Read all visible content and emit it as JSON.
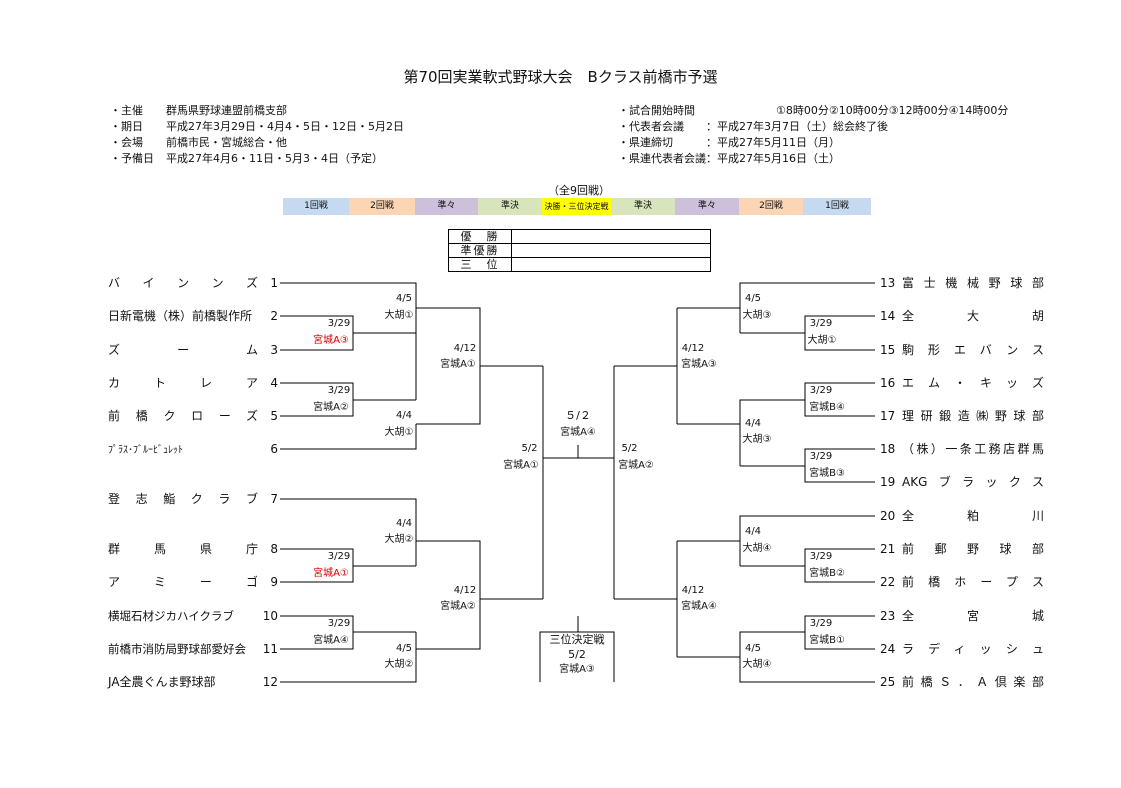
{
  "title": "第70回実業軟式野球大会　Bクラス前橋市予選",
  "info_left": [
    {
      "key": "・主催",
      "value": "群馬県野球連盟前橋支部"
    },
    {
      "key": "・期日",
      "value": "平成27年3月29日・4月4・5日・12日・5月2日"
    },
    {
      "key": "・会場",
      "value": "前橋市民・宮城総合・他"
    },
    {
      "key": "・予備日",
      "value": "平成27年4月6・11日・5月3・4日（予定）"
    }
  ],
  "info_right": [
    {
      "key": "・試合開始時間",
      "value": "①8時00分②10時00分③12時00分④14時00分"
    },
    {
      "key": "・代表者会議",
      "value": "：平成27年3月7日（土）総会終了後"
    },
    {
      "key": "・県連締切",
      "value": "：平成27年5月11日（月）"
    },
    {
      "key": "・県連代表者会議",
      "value": "：平成27年5月16日（土）"
    }
  ],
  "total_games": "（全9回戦）",
  "rounds": [
    {
      "label": "1回戦",
      "color": "#c5d9f1"
    },
    {
      "label": "2回戦",
      "color": "#fcd5b4"
    },
    {
      "label": "準々",
      "color": "#ccc0da"
    },
    {
      "label": "準決",
      "color": "#d8e4bc"
    },
    {
      "label": "決勝・三位決定戦",
      "color": "#ffff00"
    },
    {
      "label": "準決",
      "color": "#d8e4bc"
    },
    {
      "label": "準々",
      "color": "#ccc0da"
    },
    {
      "label": "2回戦",
      "color": "#fcd5b4"
    },
    {
      "label": "1回戦",
      "color": "#c5d9f1"
    }
  ],
  "results": {
    "winner": "優　勝",
    "runner_up": "準優勝",
    "third": "三　位"
  },
  "teams_left": [
    {
      "no": "1",
      "name": "バインンズ"
    },
    {
      "no": "2",
      "name": "日新電機（株）前橋製作所"
    },
    {
      "no": "3",
      "name": "ズーム"
    },
    {
      "no": "4",
      "name": "カトレア"
    },
    {
      "no": "5",
      "name": "前橋クローズ"
    },
    {
      "no": "6",
      "name": "ﾌﾟﾗｽ･ﾌﾞﾙｰﾋﾞｭﾚｯﾄ"
    },
    {
      "no": "7",
      "name": "登志鮨クラブ"
    },
    {
      "no": "8",
      "name": "群馬県庁"
    },
    {
      "no": "9",
      "name": "アミーゴ"
    },
    {
      "no": "10",
      "name": "横堀石材ジカハイクラブ"
    },
    {
      "no": "11",
      "name": "前橋市消防局野球部愛好会"
    },
    {
      "no": "12",
      "name": "JA全農ぐんま野球部"
    }
  ],
  "teams_right": [
    {
      "no": "13",
      "name": "富士機械野球部"
    },
    {
      "no": "14",
      "name": "全大胡"
    },
    {
      "no": "15",
      "name": "駒形エバンス"
    },
    {
      "no": "16",
      "name": "エム・キッズ"
    },
    {
      "no": "17",
      "name": "理研鍛造㈱野球部"
    },
    {
      "no": "18",
      "name": "（株）一条工務店群馬"
    },
    {
      "no": "19",
      "name": "AKGブラックス"
    },
    {
      "no": "20",
      "name": "全粕川"
    },
    {
      "no": "21",
      "name": "前郵野球部"
    },
    {
      "no": "22",
      "name": "前橋ホープス"
    },
    {
      "no": "23",
      "name": "全宮城"
    },
    {
      "no": "24",
      "name": "ラディッシュ"
    },
    {
      "no": "25",
      "name": "前橋Ｓ．Ａ倶楽部"
    }
  ],
  "games": {
    "l_r1_a": {
      "date": "3/29",
      "venue": "宮城A③"
    },
    "l_r1_b": {
      "date": "3/29",
      "venue": "宮城A②"
    },
    "l_r1_c": {
      "date": "3/29",
      "venue": "宮城A①"
    },
    "l_r1_d": {
      "date": "3/29",
      "venue": "宮城A④"
    },
    "l_r2_a": {
      "date": "4/5",
      "venue": "大胡①"
    },
    "l_r2_b": {
      "date": "4/4",
      "venue": "大胡①"
    },
    "l_r2_c": {
      "date": "4/4",
      "venue": "大胡②"
    },
    "l_r2_d": {
      "date": "4/5",
      "venue": "大胡②"
    },
    "l_qf_a": {
      "date": "4/12",
      "venue": "宮城A①"
    },
    "l_qf_b": {
      "date": "4/12",
      "venue": "宮城A②"
    },
    "l_sf": {
      "date": "5/2",
      "venue": "宮城A①"
    },
    "final": {
      "date": "５/２",
      "venue": "宮城A④"
    },
    "r_sf": {
      "date": "5/2",
      "venue": "宮城A②"
    },
    "r_qf_a": {
      "date": "4/12",
      "venue": "宮城A③"
    },
    "r_qf_b": {
      "date": "4/12",
      "venue": "宮城A④"
    },
    "r_r2_a": {
      "date": "4/5",
      "venue": "大胡③"
    },
    "r_r2_b": {
      "date": "4/4",
      "venue": "大胡③"
    },
    "r_r2_c": {
      "date": "4/4",
      "venue": "大胡④"
    },
    "r_r2_d": {
      "date": "4/5",
      "venue": "大胡④"
    },
    "r_r1_a": {
      "date": "3/29",
      "venue": "大胡①"
    },
    "r_r1_b": {
      "date": "3/29",
      "venue": "宮城B④"
    },
    "r_r1_c": {
      "date": "3/29",
      "venue": "宮城B③"
    },
    "r_r1_d": {
      "date": "3/29",
      "venue": "宮城B②"
    },
    "r_r1_e": {
      "date": "3/29",
      "venue": "宮城B①"
    },
    "third": {
      "title": "三位決定戦",
      "date": "5/2",
      "venue": "宮城A③"
    }
  }
}
